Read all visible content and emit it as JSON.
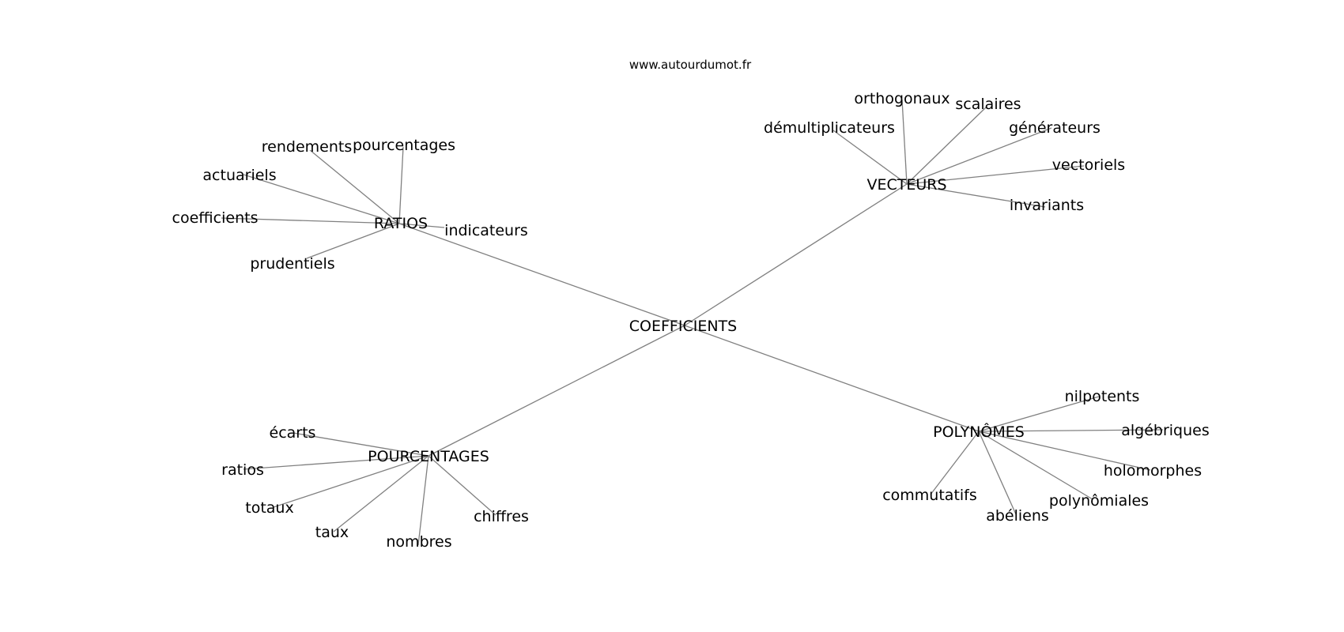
{
  "header": {
    "source": "www.autourdumot.fr"
  },
  "graph": {
    "center": "COEFFICIENTS",
    "clusters": [
      {
        "hub": "RATIOS",
        "words": [
          "rendements",
          "pourcentages",
          "actuariels",
          "coefficients",
          "indicateurs",
          "prudentiels"
        ]
      },
      {
        "hub": "VECTEURS",
        "words": [
          "orthogonaux",
          "scalaires",
          "démultiplicateurs",
          "générateurs",
          "vectoriels",
          "invariants"
        ]
      },
      {
        "hub": "POURCENTAGES",
        "words": [
          "écarts",
          "ratios",
          "totaux",
          "taux",
          "nombres",
          "chiffres"
        ]
      },
      {
        "hub": "POLYNÔMES",
        "words": [
          "nilpotents",
          "algébriques",
          "holomorphes",
          "polynômiales",
          "commutatifs",
          "abéliens"
        ]
      }
    ]
  },
  "colors": {
    "edge": "#808080",
    "text": "#000000",
    "background": "#ffffff"
  }
}
